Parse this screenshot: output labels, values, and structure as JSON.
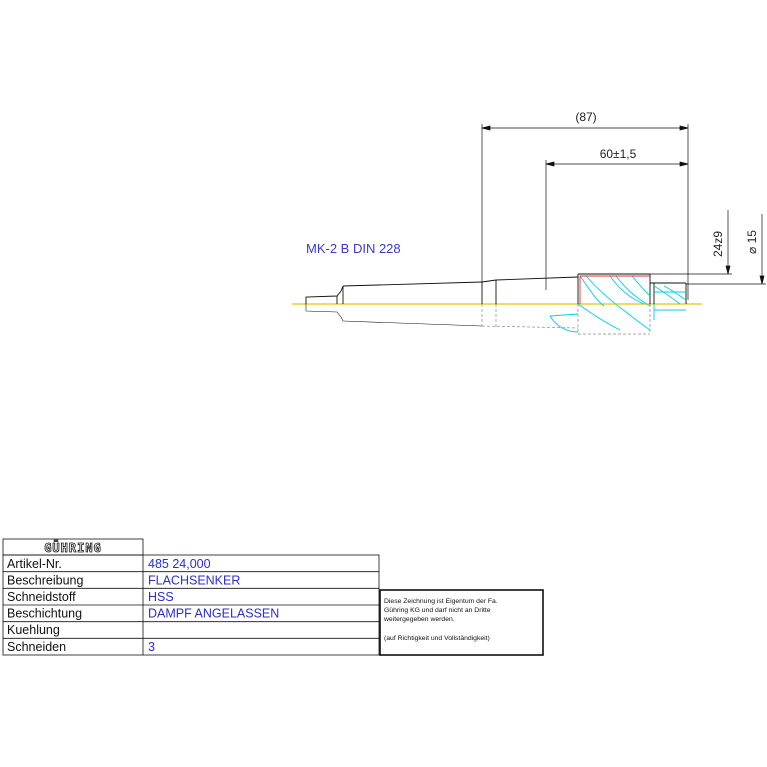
{
  "drawing": {
    "dimensions": {
      "overall_length": "(87)",
      "flute_length": "60±1,5",
      "diameter_body": "24z9",
      "diameter_pilot": "⌀ 15"
    },
    "taper_note": "MK-2 B DIN 228"
  },
  "title_block": {
    "brand": "GÜHRING",
    "rows": [
      {
        "label": "Artikel-Nr.",
        "value": "485 24,000"
      },
      {
        "label": "Beschreibung",
        "value": "FLACHSENKER"
      },
      {
        "label": "Schneidstoff",
        "value": "HSS"
      },
      {
        "label": "Beschichtung",
        "value": "DAMPF ANGELASSEN"
      },
      {
        "label": "Kuehlung",
        "value": ""
      },
      {
        "label": "Schneiden",
        "value": "3"
      }
    ]
  },
  "disclaimer": {
    "line1": "Diese Zeichnung ist Eigentum der Fa.",
    "line2": "Gühring KG und darf nicht an Dritte",
    "line3": "weitergegeben werden.",
    "line4": "(auf Richtigkeit und Vollständigkeit)"
  },
  "colors": {
    "outline": "#111111",
    "hidden": "#888888",
    "flutes": "#00cfe8",
    "centerline": "#e8c400",
    "accent_red": "#e03030",
    "annotation": "#3a3acc"
  }
}
